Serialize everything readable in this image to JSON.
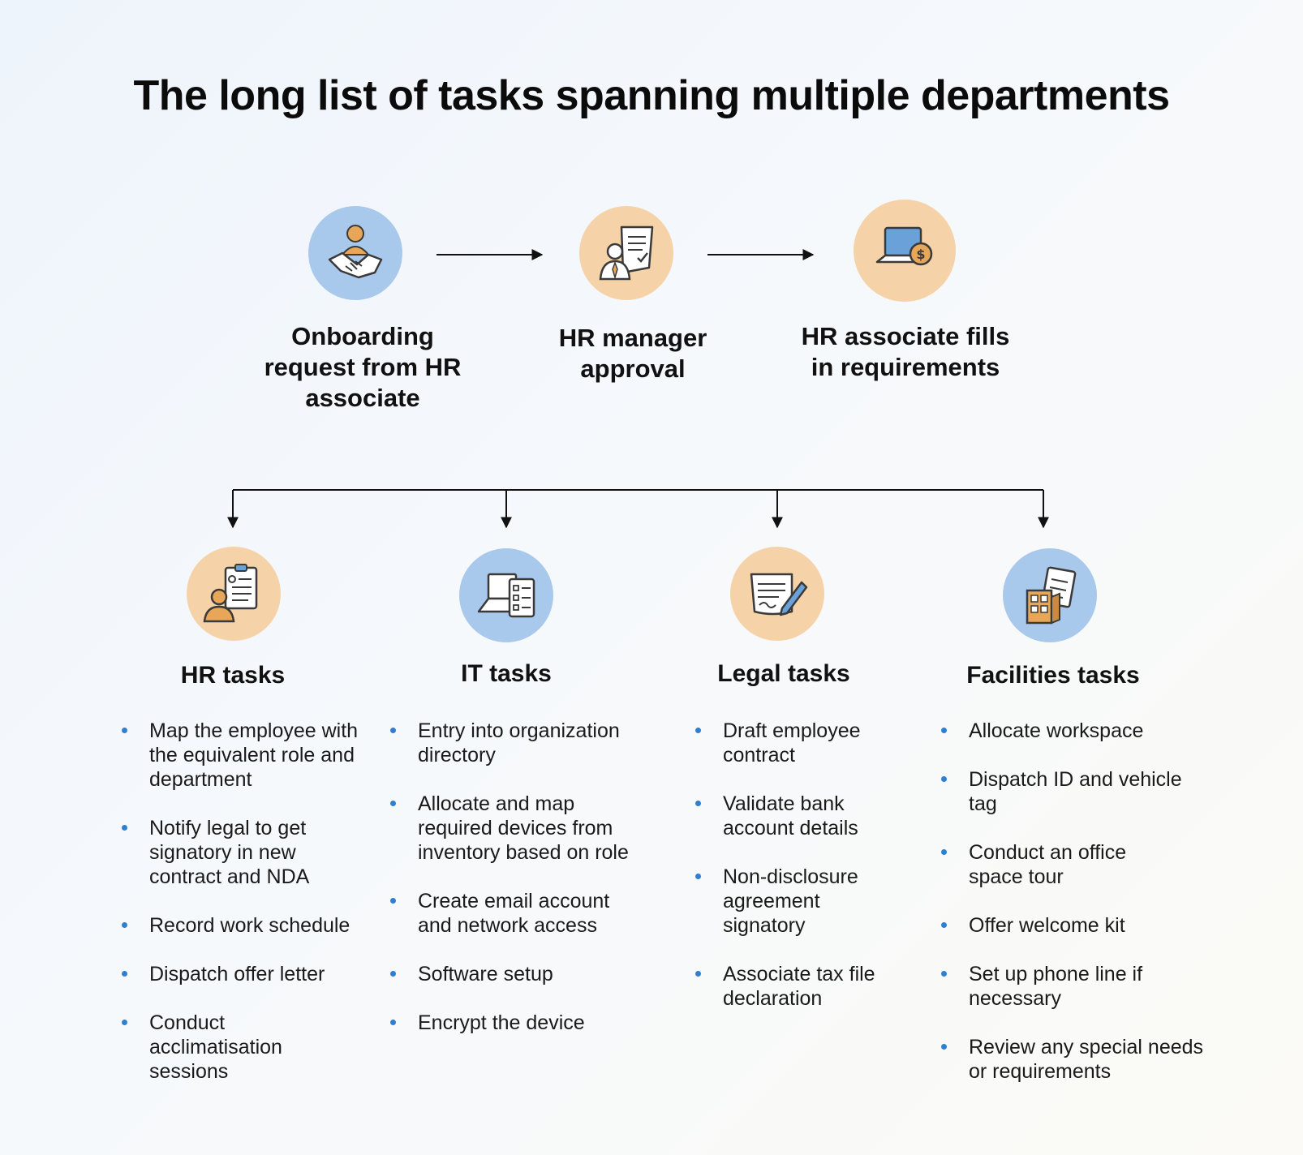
{
  "title": "The long list of tasks spanning multiple departments",
  "flow": {
    "steps": [
      {
        "label": "Onboarding request from HR associate",
        "icon": "handshake-icon"
      },
      {
        "label": "HR manager approval",
        "icon": "manager-document-icon"
      },
      {
        "label": "HR associate fills in requirements",
        "icon": "laptop-payment-icon"
      }
    ]
  },
  "departments": [
    {
      "title": "HR tasks",
      "icon": "clipboard-person-icon",
      "tasks": [
        "Map the employee with the equivalent role and department",
        "Notify legal to get signatory in new contract and NDA",
        "Record work schedule",
        "Dispatch offer letter",
        "Conduct acclimatisation sessions"
      ]
    },
    {
      "title": "IT tasks",
      "icon": "laptop-checklist-icon",
      "tasks": [
        "Entry into organization directory",
        "Allocate and map required devices from inventory based on role",
        "Create email account and network access",
        "Software setup",
        "Encrypt the device"
      ]
    },
    {
      "title": "Legal tasks",
      "icon": "contract-signing-icon",
      "tasks": [
        "Draft employee contract",
        "Validate bank account details",
        "Non-disclosure agreement signatory",
        "Associate tax file declaration"
      ]
    },
    {
      "title": "Facilities tasks",
      "icon": "building-clipboard-icon",
      "tasks": [
        "Allocate workspace",
        "Dispatch ID and vehicle tag",
        "Conduct an office space tour",
        "Offer welcome kit",
        "Set up phone line if necessary",
        "Review any special needs or requirements"
      ]
    }
  ],
  "colors": {
    "blue_circle": "#a9c9ec",
    "peach_circle": "#f6d2a8",
    "bullet": "#2f7fd0"
  }
}
